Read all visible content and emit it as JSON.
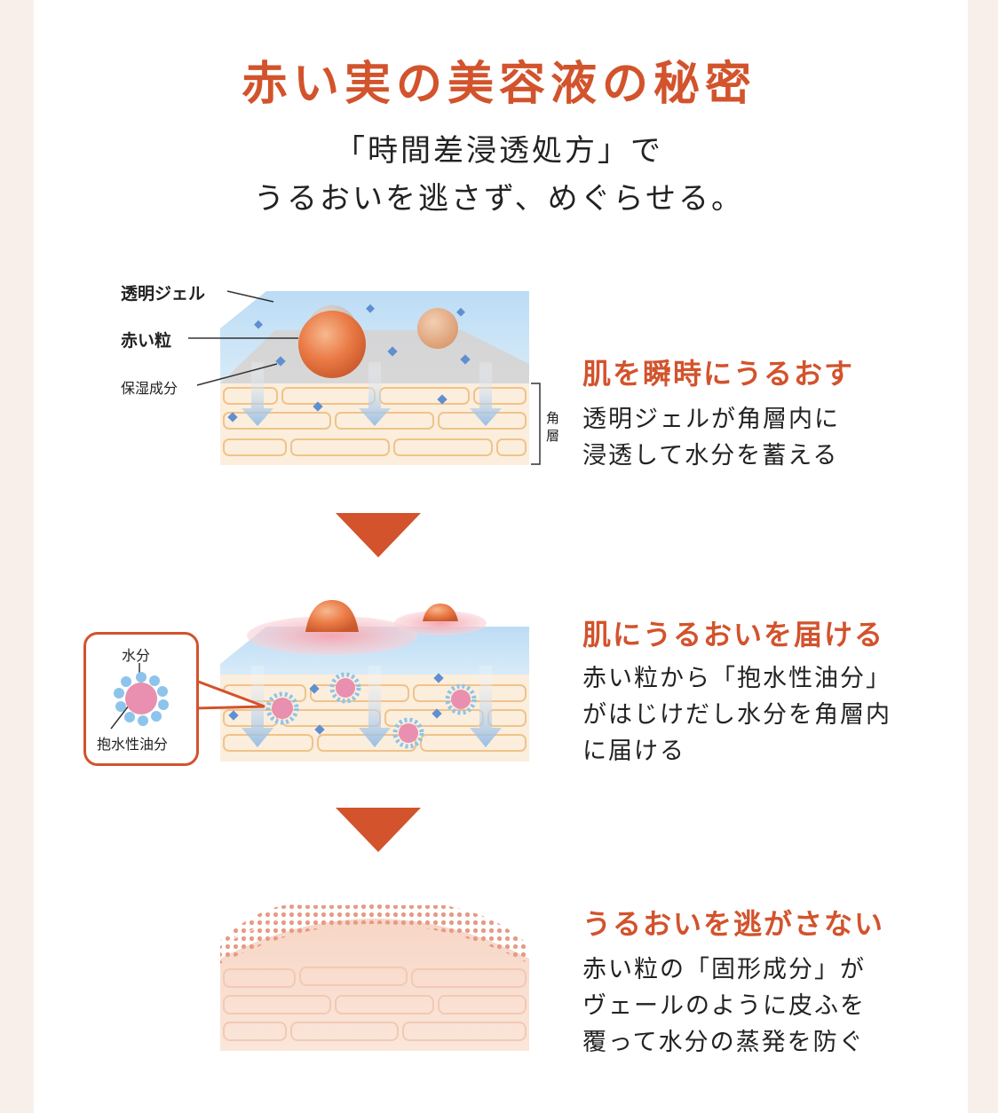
{
  "header": {
    "title": "赤い実の美容液の秘密",
    "subtitle_line1": "「時間差浸透処方」で",
    "subtitle_line2": "うるおいを逃さず、めぐらせる。"
  },
  "diagram1": {
    "label_gel": "透明ジェル",
    "label_red": "赤い粒",
    "label_moist": "保湿成分",
    "label_layer_1": "角",
    "label_layer_2": "層"
  },
  "callout": {
    "label_water": "水分",
    "label_oil": "抱水性油分"
  },
  "steps": [
    {
      "title": "肌を瞬時にうるおす",
      "lines": [
        "透明ジェルが角層内に",
        "浸透して水分を蓄える"
      ]
    },
    {
      "title": "肌にうるおいを届ける",
      "lines": [
        "赤い粒から「抱水性油分」",
        "がはじけだし水分を角層内",
        "に届ける"
      ]
    },
    {
      "title": "うるおいを逃がさない",
      "lines": [
        "赤い粒の「固形成分」が",
        "ヴェールのように皮ふを",
        "覆って水分の蒸発を防ぐ"
      ]
    }
  ],
  "colors": {
    "accent": "#d2532c",
    "gel": "#a9cdef",
    "skin": "#fbeedd",
    "cell_line": "#f0c38a"
  }
}
